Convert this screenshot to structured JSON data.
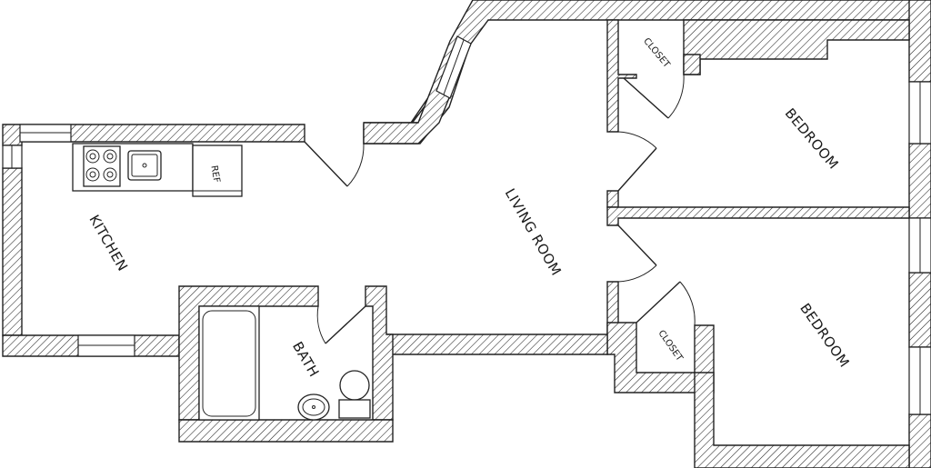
{
  "rooms": {
    "kitchen": "KITCHEN",
    "living_room": "LIVING ROOM",
    "bath": "BATH",
    "bedroom_upper": "BEDROOM",
    "bedroom_lower": "BEDROOM",
    "closet_upper": "CLOSET",
    "closet_lower": "CLOSET"
  },
  "fixtures": {
    "refrigerator": "REF"
  }
}
